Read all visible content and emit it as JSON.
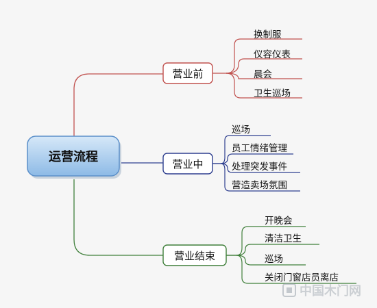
{
  "mindmap": {
    "root": "运营流程",
    "branches": [
      {
        "label": "营业前",
        "color": "#c0504d",
        "items": [
          "换制服",
          "仪容仪表",
          "晨会",
          "卫生巡场"
        ]
      },
      {
        "label": "营业中",
        "color": "#2e3f8f",
        "items": [
          "巡场",
          "员工情绪管理",
          "处理突发事件",
          "营造卖场氛围"
        ]
      },
      {
        "label": "营业结束",
        "color": "#3f7f3a",
        "items": [
          "开晚会",
          "清洁卫生",
          "巡场",
          "关闭门窗店员离店"
        ]
      }
    ]
  },
  "watermark": {
    "text": "中国木门网"
  },
  "colors": {
    "root_fill_top": "#cfe3f7",
    "root_fill_bottom": "#8fbbe6",
    "root_border": "#5b8fc9",
    "background": "#f6f6f6"
  }
}
